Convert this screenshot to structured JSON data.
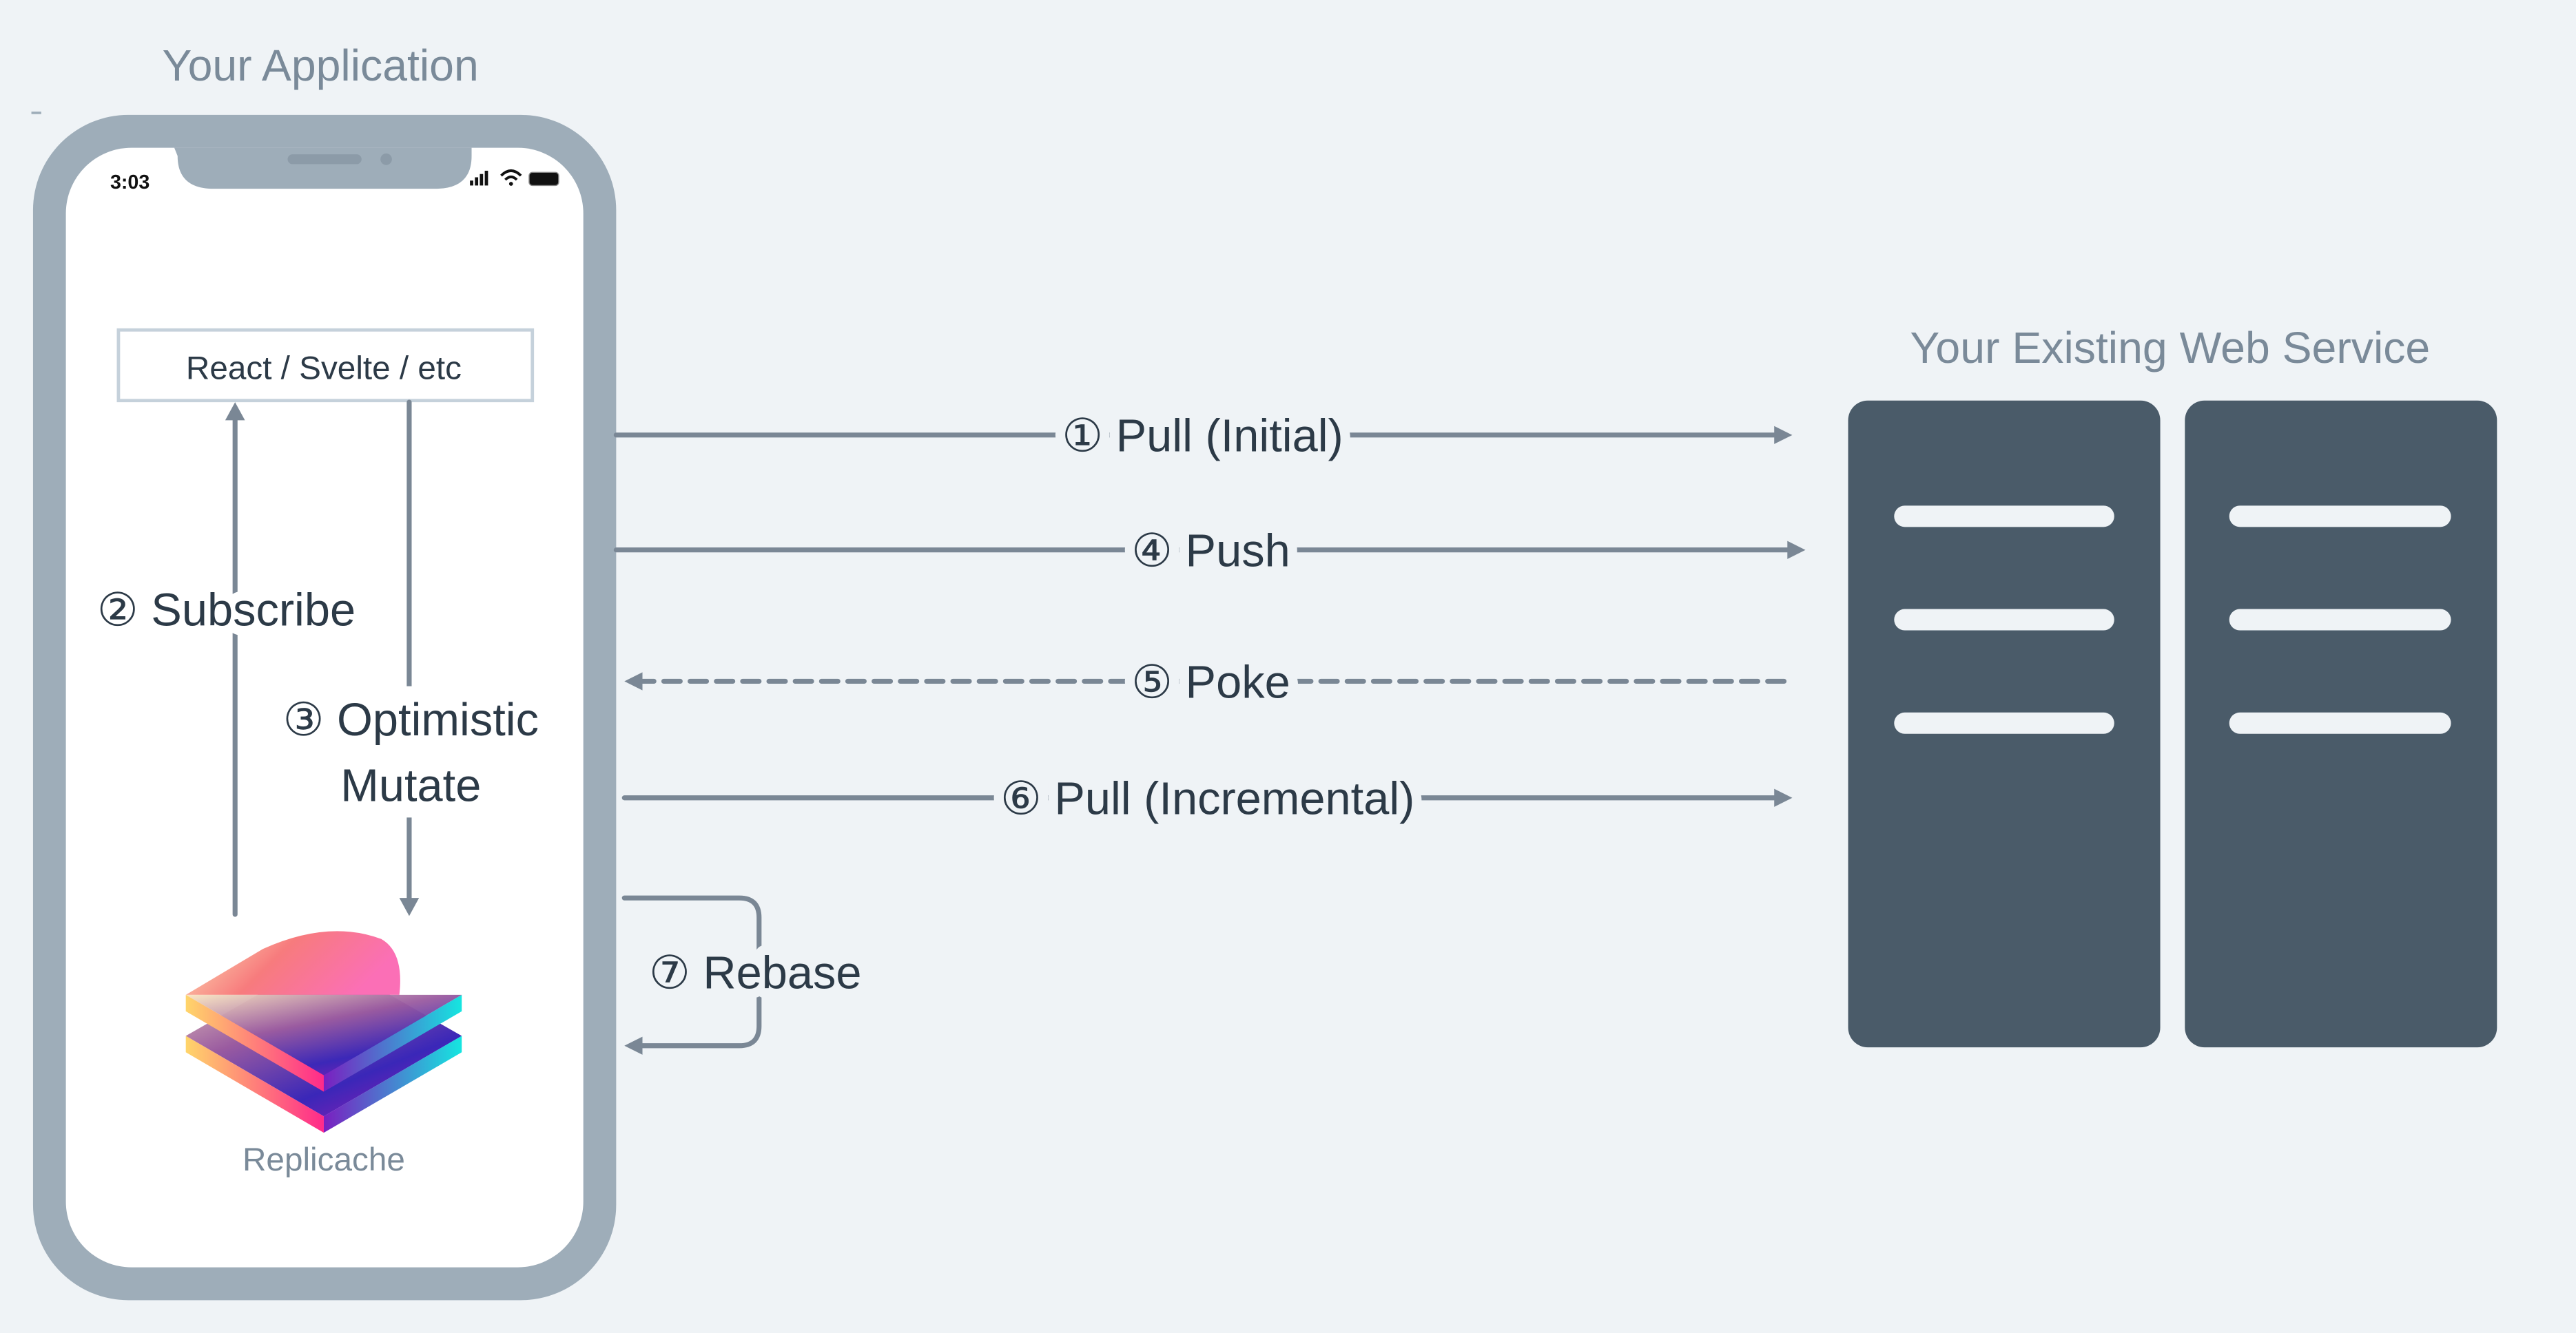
{
  "client": {
    "title": "Your Application",
    "status_time": "3:03",
    "framework_box": "React / Svelte / etc",
    "library_name": "Replicache",
    "subscribe_label": "② Subscribe",
    "mutate_label_line1": "③ Optimistic",
    "mutate_label_line2": "Mutate"
  },
  "server": {
    "title": "Your Existing Web Service"
  },
  "flows": {
    "pull_initial": "① Pull (Initial)",
    "push": "④ Push",
    "poke": "⑤ Poke",
    "pull_incremental": "⑥ Pull (Incremental)",
    "rebase": "⑦ Rebase"
  },
  "colors": {
    "background": "#eff3f6",
    "phone_frame": "#9eadb9",
    "server": "#4a5b69",
    "arrow": "#7a8795",
    "text": "#2c3a47",
    "muted_text": "#7a8a99"
  }
}
